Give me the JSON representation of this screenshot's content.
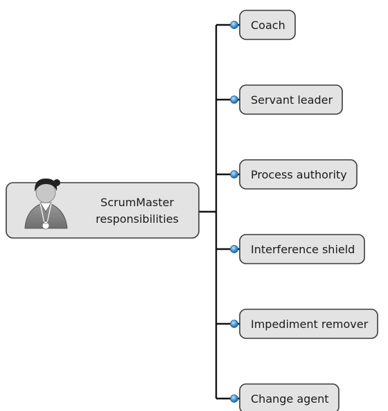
{
  "root": {
    "label_lines": [
      "ScrumMaster",
      "responsibilities"
    ],
    "icon": "person-with-whistle-icon"
  },
  "responsibilities": [
    "Coach",
    "Servant leader",
    "Process authority",
    "Interference shield",
    "Impediment remover",
    "Change agent"
  ],
  "colors": {
    "box_fill": "#e3e3e3",
    "box_stroke": "#3a3a3a",
    "connector": "#111111",
    "bullet": "#2f8fd8",
    "person_head_fill": "#c7c7c7",
    "person_body_fill": "#8a8a8a",
    "hair": "#222222"
  }
}
